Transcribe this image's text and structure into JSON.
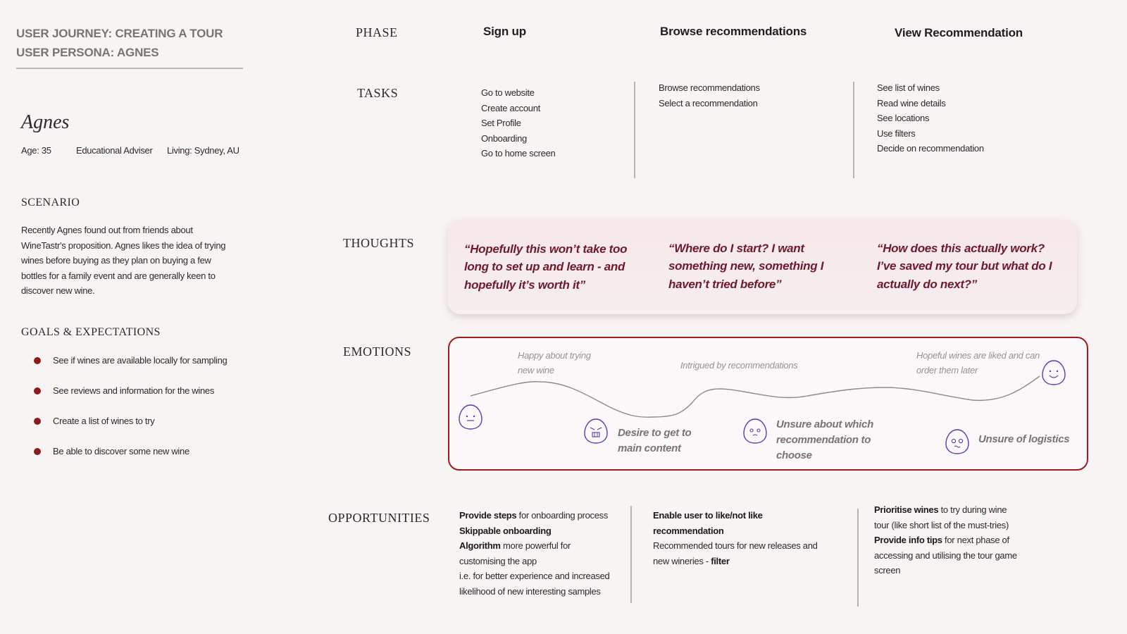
{
  "header": {
    "journey_title": "USER JOURNEY: CREATING A TOUR",
    "persona_title": "USER PERSONA: AGNES"
  },
  "persona": {
    "name": "Agnes",
    "age": "Age: 35",
    "job": "Educational Adviser",
    "living": "Living: Sydney,  AU"
  },
  "scenario": {
    "heading": "SCENARIO",
    "text": "Recently Agnes found out from friends about WineTastr's proposition. Agnes likes the idea of trying wines before buying as they plan on buying a few bottles for a family event and are generally keen to discover new wine."
  },
  "goals": {
    "heading": "GOALS & EXPECTATIONS",
    "items": [
      "See if wines are available locally for sampling",
      "See reviews and information for the wines",
      "Create a list of wines to try",
      "Be able to discover some new wine"
    ]
  },
  "rows": {
    "phase": "PHASE",
    "tasks": "TASKS",
    "thoughts": "THOUGHTS",
    "emotions": "EMOTIONS",
    "opportunities": "OPPORTUNITIES"
  },
  "phases": [
    {
      "name": "Sign up",
      "tasks": [
        "Go to website",
        "Create account",
        "Set Profile",
        "Onboarding",
        "Go to home screen"
      ],
      "thought": "“Hopefully this won’t take too long to set up and learn - and hopefully it’s worth it”"
    },
    {
      "name": "Browse recommendations",
      "tasks": [
        "Browse recommendations",
        "Select a recommendation"
      ],
      "thought": "“Where do I start? I want something new, something I haven’t tried before”"
    },
    {
      "name": "View Recommendation",
      "tasks": [
        "See list of wines",
        "Read wine details",
        "See locations",
        "Use filters",
        "Decide on recommendation"
      ],
      "thought": "“How does this actually work? I’ve saved my tour but what do I actually do next?”"
    }
  ],
  "emotions": {
    "positive": [
      {
        "text": "Happy about trying new wine"
      },
      {
        "text": "Intrigued by recommendations"
      },
      {
        "text": "Hopeful wines are liked and can order them later"
      }
    ],
    "negative": [
      {
        "text": "Desire to get to main content"
      },
      {
        "text": "Unsure about which recommendation to choose"
      },
      {
        "text": "Unsure of logistics"
      }
    ],
    "faces": [
      "neutral-face-icon",
      "angry-face-icon",
      "worried-face-icon",
      "dizzy-face-icon",
      "happy-face-icon"
    ],
    "accent_color": "#9e1b22",
    "face_color": "#5b3bb5"
  },
  "opportunities": {
    "col1": [
      {
        "bold": "Provide steps",
        "rest": " for onboarding process"
      },
      {
        "bold": "Skippable onboarding",
        "rest": ""
      },
      {
        "bold": "Algorithm",
        "rest": " more powerful for customising the app"
      },
      {
        "bold": "",
        "rest": "i.e. for better experience and increased likelihood of new interesting samples"
      }
    ],
    "col2": [
      {
        "bold": "Enable user to like/not like recommendation",
        "rest": ""
      },
      {
        "bold": "",
        "rest": "Recommended tours for new releases and new wineries - ",
        "bold_after": "filter"
      }
    ],
    "col3": [
      {
        "bold": "Prioritise wines",
        "rest": " to try during wine tour (like short list of the must-tries)"
      },
      {
        "bold": "Provide info tips",
        "rest": " for next phase of accessing and utilising the tour game screen"
      }
    ]
  }
}
